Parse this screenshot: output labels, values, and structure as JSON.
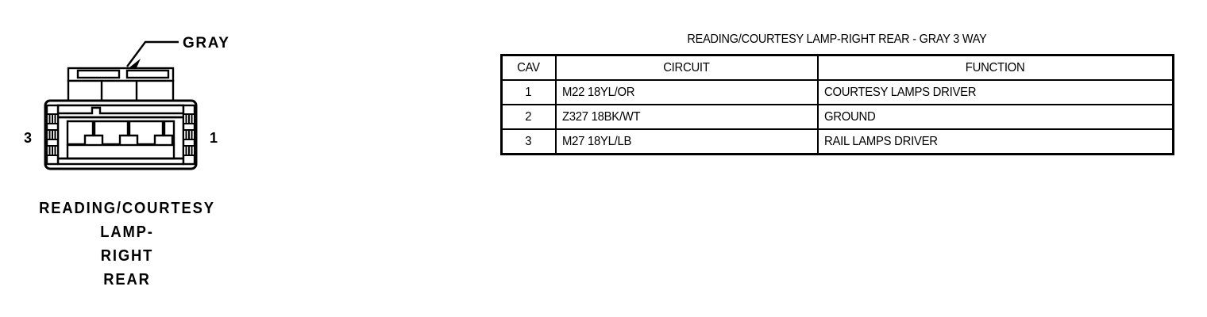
{
  "figure": {
    "wire_color_label": "GRAY",
    "pin_left_number": "3",
    "pin_right_number": "1",
    "caption_lines": [
      "READING/COURTESY",
      "LAMP-",
      "RIGHT",
      "REAR"
    ]
  },
  "pinout": {
    "title": "READING/COURTESY LAMP-RIGHT REAR - GRAY 3 WAY",
    "columns": [
      "CAV",
      "CIRCUIT",
      "FUNCTION"
    ],
    "rows": [
      {
        "cav": "1",
        "circuit": "M22  18YL/OR",
        "function": "COURTESY LAMPS DRIVER"
      },
      {
        "cav": "2",
        "circuit": "Z327  18BK/WT",
        "function": "GROUND"
      },
      {
        "cav": "3",
        "circuit": "M27  18YL/LB",
        "function": "RAIL LAMPS DRIVER"
      }
    ]
  },
  "colors": {
    "ink": "#000000",
    "paper": "#ffffff"
  }
}
